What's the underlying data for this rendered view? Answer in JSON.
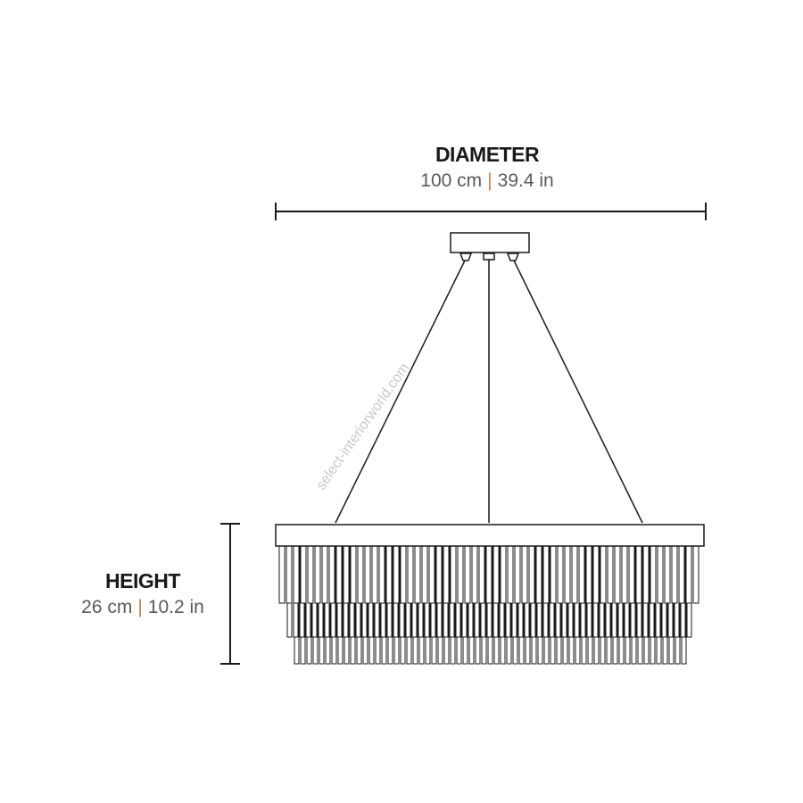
{
  "diameter": {
    "title": "DIAMETER",
    "cm": "100 cm",
    "separator": "|",
    "inch": "39.4 in"
  },
  "height": {
    "title": "HEIGHT",
    "cm": "26 cm",
    "separator": "|",
    "inch": "10.2 in"
  },
  "watermark": "select-interiorworld.com",
  "colors": {
    "line": "#1a1a1a",
    "text": "#5a5a5a",
    "separator": "#c8804e"
  }
}
